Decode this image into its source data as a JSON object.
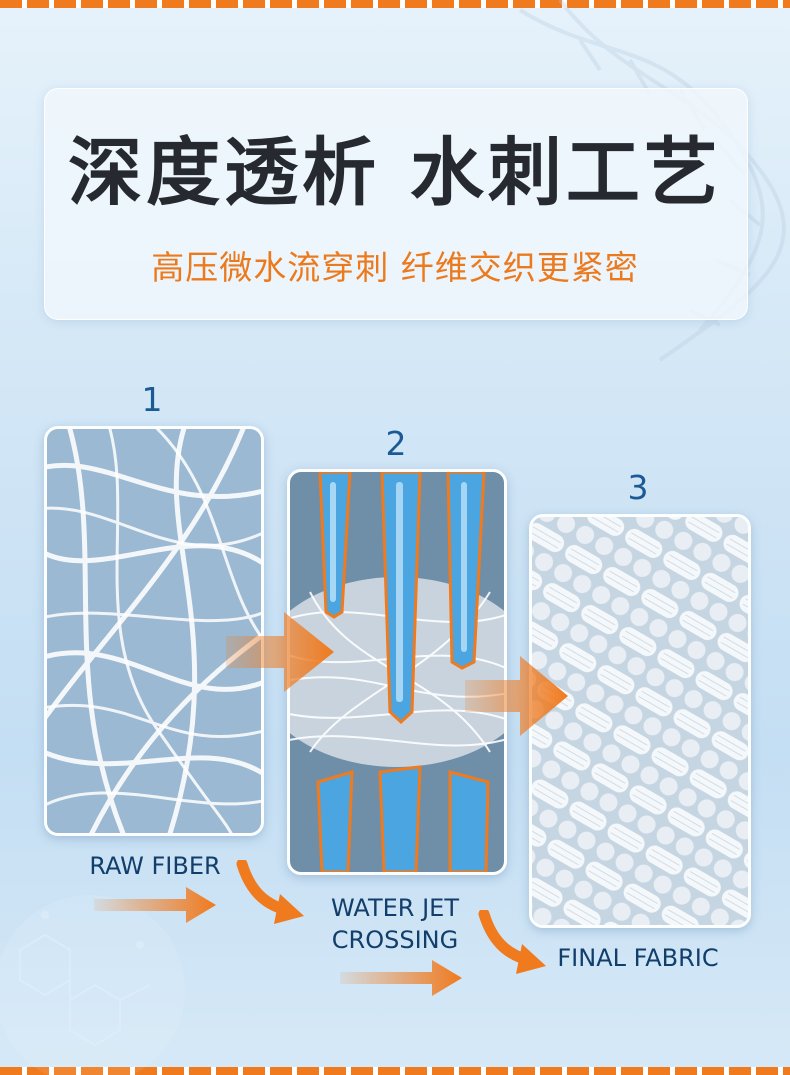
{
  "header": {
    "title": "深度透析 水刺工艺",
    "subtitle": "高压微水流穿刺 纤维交织更紧密"
  },
  "steps": [
    {
      "number": "1",
      "label": "RAW FIBER"
    },
    {
      "number": "2",
      "label_line1": "WATER JET",
      "label_line2": "CROSSING"
    },
    {
      "number": "3",
      "label": "FINAL FABRIC"
    }
  ],
  "colors": {
    "accent": "#f07a1e",
    "label": "#123e6b",
    "number": "#1b5a94",
    "title": "#262a30",
    "water": "#4aa5e0"
  },
  "icons": [
    "dna-helix-icon",
    "molecule-icon",
    "arrow-right-icon"
  ]
}
